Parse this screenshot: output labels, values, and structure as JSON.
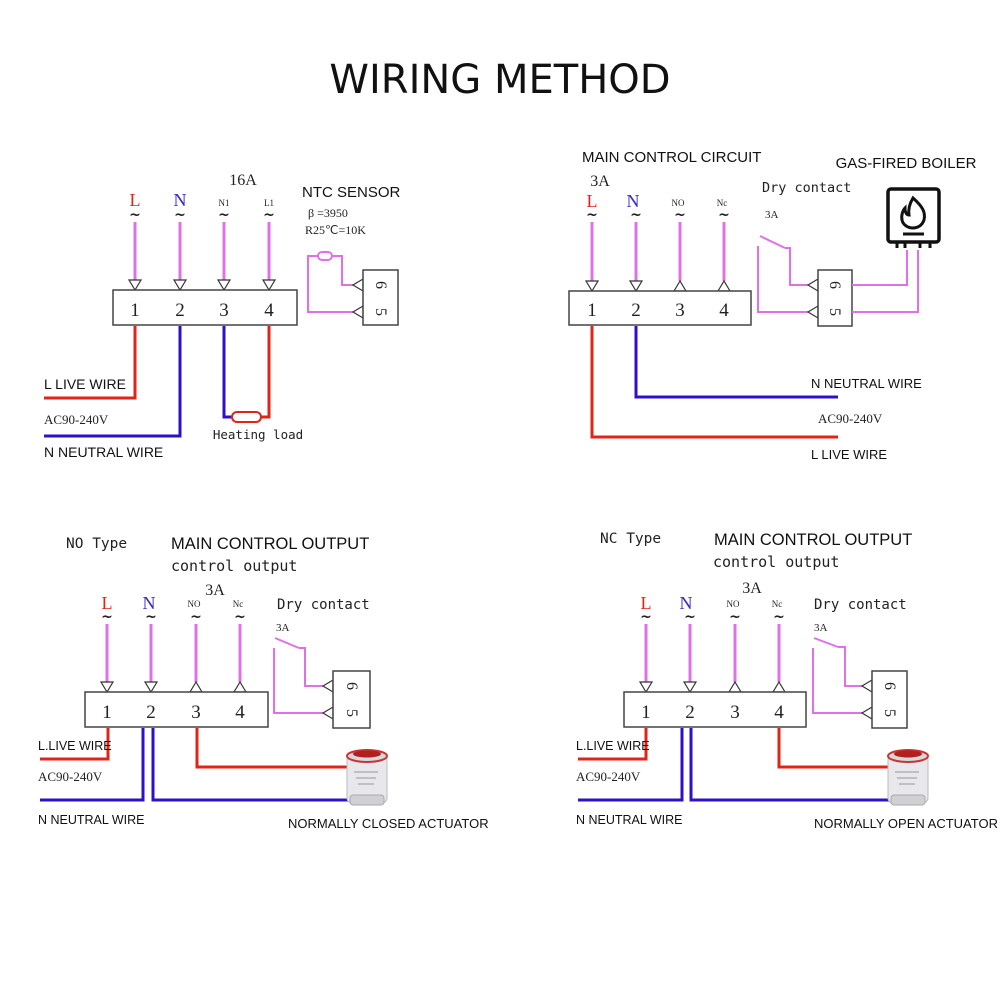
{
  "title": "WIRING METHOD",
  "colors": {
    "live": "#e02418",
    "neutral": "#2d10c8",
    "signal": "#e070e8",
    "text": "#111111"
  },
  "common": {
    "terminal_numbers": [
      "1",
      "2",
      "3",
      "4"
    ],
    "sensor_terminals": [
      "6",
      "5"
    ],
    "tilde": "~",
    "L": "L",
    "N": "N",
    "live_wire": "L  LIVE WIRE",
    "live_wire_compact": "L.LIVE WIRE",
    "neutral_wire": "N  NEUTRAL WIRE",
    "voltage": "AC90-240V",
    "dry_contact": "Dry contact",
    "dry_contact_rating": "3A"
  },
  "diagram1": {
    "rating": "16A",
    "terminal_labels": [
      "N1",
      "L1"
    ],
    "sensor_title": "NTC SENSOR",
    "sensor_beta": "β =3950",
    "sensor_r25": "R25℃=10K",
    "load_label": "Heating load"
  },
  "diagram2": {
    "heading": "MAIN CONTROL CIRCUIT",
    "rating": "3A",
    "terminal_labels": [
      "NO",
      "Nc"
    ],
    "boiler_label": "GAS-FIRED BOILER",
    "boiler_icon": "flame-icon"
  },
  "diagram3": {
    "type_label": "NO Type",
    "heading": "MAIN CONTROL OUTPUT",
    "subheading": "control output",
    "rating": "3A",
    "terminal_labels": [
      "NO",
      "Nc"
    ],
    "actuator_label": "NORMALLY CLOSED ACTUATOR"
  },
  "diagram4": {
    "type_label": "NC Type",
    "heading": "MAIN CONTROL OUTPUT",
    "subheading": "control output",
    "rating": "3A",
    "terminal_labels": [
      "NO",
      "Nc"
    ],
    "actuator_label": "NORMALLY OPEN ACTUATOR"
  }
}
